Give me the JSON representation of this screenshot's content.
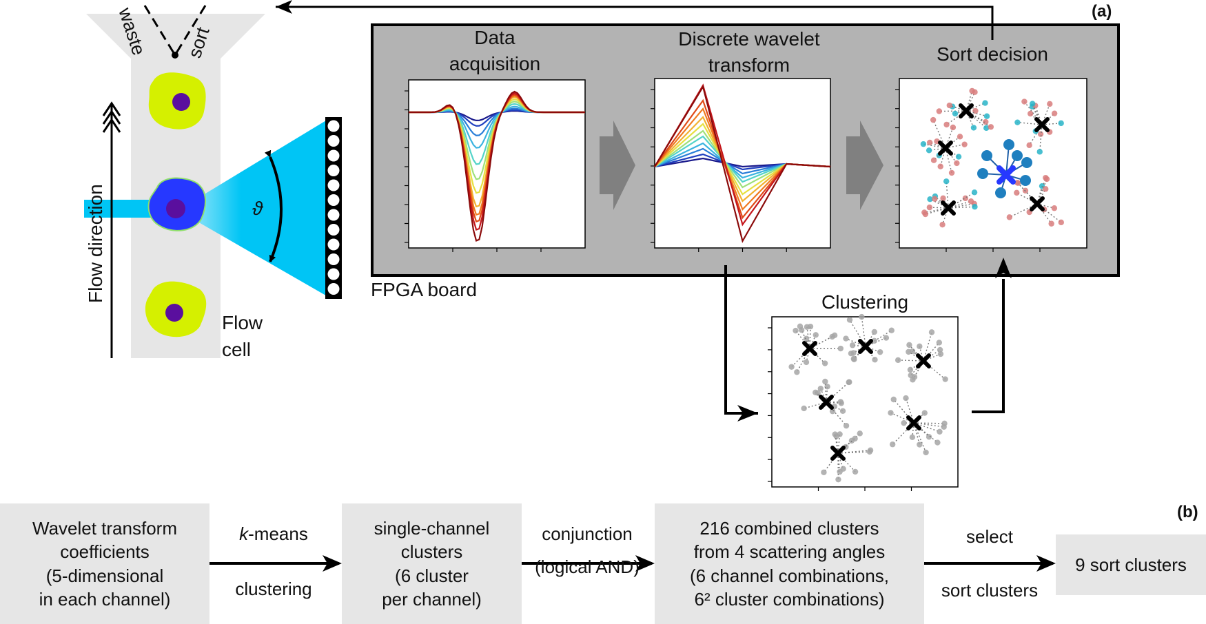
{
  "panel_a": {
    "tag": "(a)",
    "sorter": {
      "waste": "waste",
      "sort": "sort"
    },
    "flow_direction": "Flow direction",
    "flow_cell": [
      "Flow",
      "cell"
    ],
    "angle_symbol": "ϑ",
    "fpga_label": "FPGA board",
    "stages": {
      "acquisition": [
        "Data",
        "acquisition"
      ],
      "dwt": [
        "Discrete wavelet",
        "transform"
      ],
      "sort_decision": "Sort decision",
      "clustering": "Clustering"
    },
    "colors": {
      "board": "#b3b3b3",
      "flow_cell": "#e6e6e6",
      "beam": "#00c5f5",
      "cell_body": "#d5f000",
      "target_cell": "#2638ff",
      "nucleus": "#5a0f9e",
      "sort_point": "#d87c7c",
      "selected_point": "#28b4c8",
      "cluster_point": "#a6a6a6",
      "arrow_gray": "#808080"
    }
  },
  "panel_b": {
    "tag": "(b)",
    "boxes": [
      {
        "lines": [
          "Wavelet transform",
          "coefficients",
          "(5-dimensional",
          "in each channel)"
        ]
      },
      {
        "lines": [
          "single-channel",
          "clusters",
          "(6 cluster",
          "per channel)"
        ]
      },
      {
        "lines": [
          "216 combined clusters",
          "from 4 scattering angles",
          "(6 channel combinations,",
          "6² cluster combinations)"
        ]
      },
      {
        "lines": [
          "9 sort clusters"
        ]
      }
    ],
    "edges": [
      {
        "top": "k-means",
        "bottom": "clustering"
      },
      {
        "top": "conjunction",
        "bottom": "(logical AND)"
      },
      {
        "top": "select",
        "bottom": "sort clusters"
      }
    ]
  }
}
